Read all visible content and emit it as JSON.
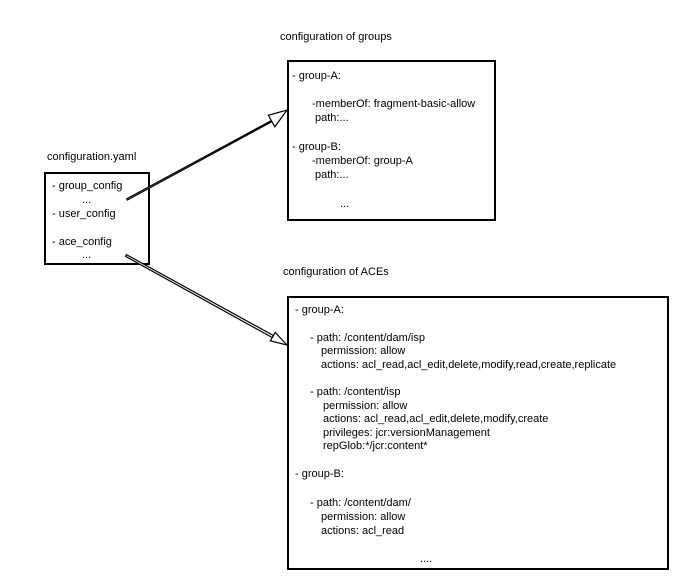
{
  "titles": {
    "yaml": "configuration.yaml",
    "groups": "configuration of groups",
    "aces": "configuration of ACEs"
  },
  "yaml_box": {
    "lines": [
      "- group_config",
      "...",
      "- user_config",
      "- ace_config",
      "..."
    ]
  },
  "groups_box": {
    "lines": [
      "- group-A:",
      "-memberOf: fragment-basic-allow",
      "path:...",
      "- group-B:",
      "-memberOf: group-A",
      "path:...",
      "..."
    ]
  },
  "aces_box": {
    "lines": [
      "- group-A:",
      "- path: /content/dam/isp",
      "permission: allow",
      "actions: acl_read,acl_edit,delete,modify,read,create,replicate",
      "- path: /content/isp",
      "permission: allow",
      "actions: acl_read,acl_edit,delete,modify,create",
      "privileges: jcr:versionManagement",
      "repGlob:*/jcr:content*",
      "- group-B:",
      "- path: /content/dam/",
      "permission: allow",
      "actions: acl_read",
      "...."
    ]
  },
  "colors": {
    "stroke": "#000000",
    "background": "#ffffff"
  }
}
